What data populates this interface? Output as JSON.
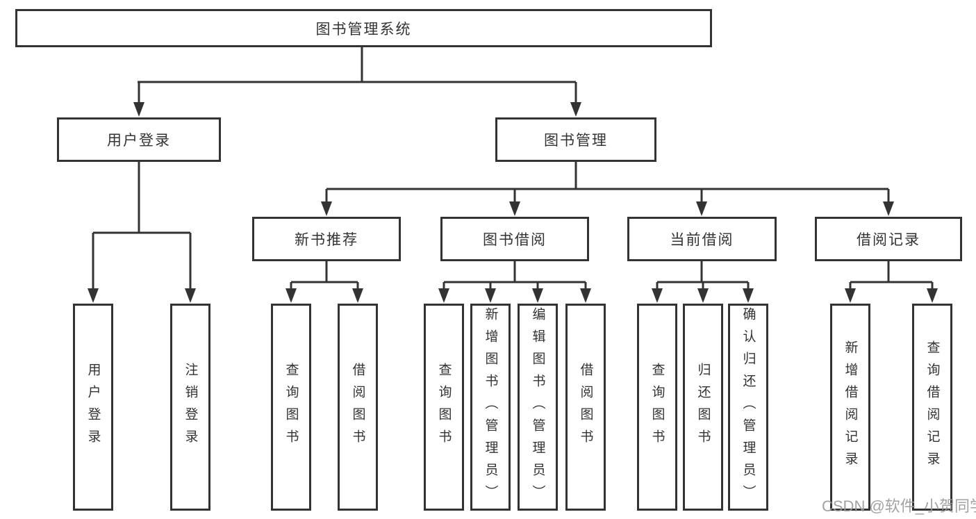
{
  "diagram_type": "hierarchy-tree",
  "tree": {
    "label": "图书管理系统",
    "children": [
      {
        "label": "用户登录",
        "children": [
          {
            "label": "用户登录"
          },
          {
            "label": "注销登录"
          }
        ]
      },
      {
        "label": "图书管理",
        "children": [
          {
            "label": "新书推荐",
            "children": [
              {
                "label": "查询图书"
              },
              {
                "label": "借阅图书"
              }
            ]
          },
          {
            "label": "图书借阅",
            "children": [
              {
                "label": "查询图书"
              },
              {
                "label": "新增图书（管理员）"
              },
              {
                "label": "编辑图书（管理员）"
              },
              {
                "label": "借阅图书"
              }
            ]
          },
          {
            "label": "当前借阅",
            "children": [
              {
                "label": "查询图书"
              },
              {
                "label": "归还图书"
              },
              {
                "label": "确认归还（管理员）"
              }
            ]
          },
          {
            "label": "借阅记录",
            "children": [
              {
                "label": "新增借阅记录"
              },
              {
                "label": "查询借阅记录"
              }
            ]
          }
        ]
      }
    ]
  },
  "watermark": {
    "text": "CSDN @软件_小贺同学"
  },
  "colors": {
    "line": "#333333",
    "text": "#333333",
    "box_background": "#ffffff",
    "page_background": "#ffffff",
    "watermark": "#9b9b9b"
  }
}
